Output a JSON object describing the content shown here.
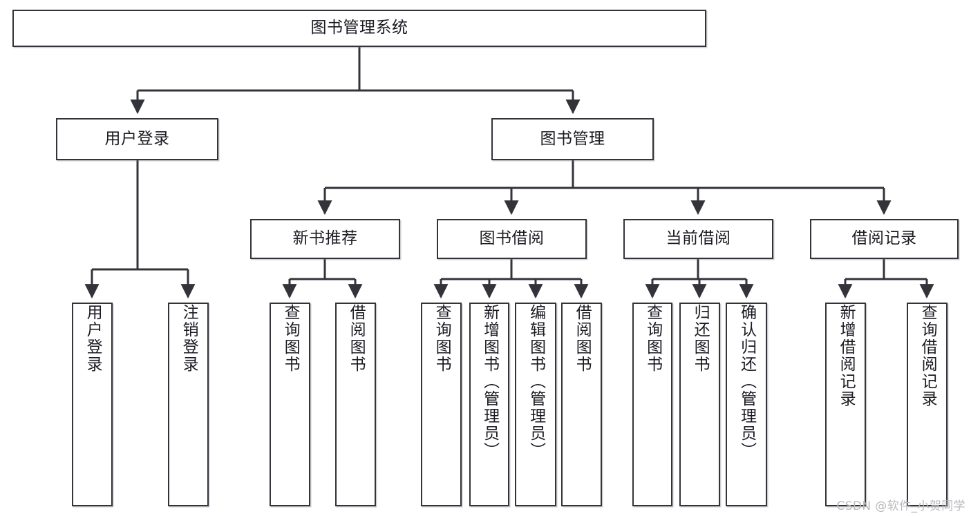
{
  "diagram": {
    "title": "图书管理系统",
    "type": "tree-hierarchy-chart",
    "stroke_color": "#33333a",
    "fill_color": "#ffffff",
    "text_color": "#1b1b22",
    "root": {
      "id": "root",
      "label": "图书管理系统"
    },
    "level2": [
      {
        "id": "user-login",
        "label": "用户登录"
      },
      {
        "id": "book-manage",
        "label": "图书管理"
      }
    ],
    "level3": [
      {
        "id": "new-book-recommend",
        "label": "新书推荐"
      },
      {
        "id": "book-borrow",
        "label": "图书借阅"
      },
      {
        "id": "current-borrow",
        "label": "当前借阅"
      },
      {
        "id": "borrow-record",
        "label": "借阅记录"
      }
    ],
    "leaves": [
      {
        "id": "leaf-user-login",
        "label": "用户登录",
        "parent": "user-login"
      },
      {
        "id": "leaf-logout-login",
        "label": "注销登录",
        "parent": "user-login"
      },
      {
        "id": "leaf-query-book-1",
        "label": "查询图书",
        "parent": "new-book-recommend"
      },
      {
        "id": "leaf-borrow-book-1",
        "label": "借阅图书",
        "parent": "new-book-recommend"
      },
      {
        "id": "leaf-query-book-2",
        "label": "查询图书",
        "parent": "book-borrow"
      },
      {
        "id": "leaf-add-book",
        "label": "新增图书（管理员）",
        "parent": "book-borrow"
      },
      {
        "id": "leaf-edit-book",
        "label": "编辑图书（管理员）",
        "parent": "book-borrow"
      },
      {
        "id": "leaf-borrow-book-2",
        "label": "借阅图书",
        "parent": "book-borrow"
      },
      {
        "id": "leaf-query-book-3",
        "label": "查询图书",
        "parent": "current-borrow"
      },
      {
        "id": "leaf-return-book",
        "label": "归还图书",
        "parent": "current-borrow"
      },
      {
        "id": "leaf-confirm-return",
        "label": "确认归还（管理员）",
        "parent": "current-borrow"
      },
      {
        "id": "leaf-add-record",
        "label": "新增借阅记录",
        "parent": "borrow-record"
      },
      {
        "id": "leaf-query-record",
        "label": "查询借阅记录",
        "parent": "borrow-record"
      }
    ]
  },
  "watermark": {
    "text": "CSDN @软件_小贺同学"
  }
}
